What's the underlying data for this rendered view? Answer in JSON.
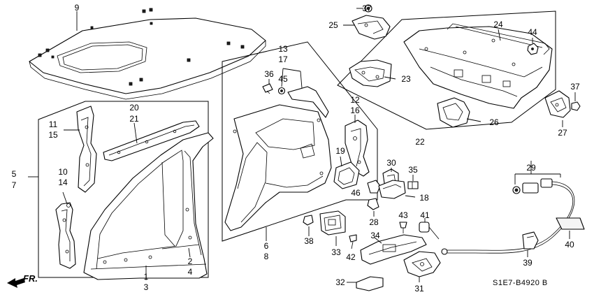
{
  "diagram_code": "S1E7-B4920 B",
  "direction_marker": "FR.",
  "part_numbers": {
    "p1": "1",
    "p2": "2",
    "p3": "3",
    "p4": "4",
    "p5": "5",
    "p6": "6",
    "p7": "7",
    "p8": "8",
    "p9": "9",
    "p10": "10",
    "p11": "11",
    "p12": "12",
    "p13": "13",
    "p14": "14",
    "p15": "15",
    "p16": "16",
    "p17": "17",
    "p18": "18",
    "p19": "19",
    "p20": "20",
    "p21": "21",
    "p22": "22",
    "p23": "23",
    "p24": "24",
    "p25": "25",
    "p26": "26",
    "p27": "27",
    "p28": "28",
    "p29": "29",
    "p30": "30",
    "p31": "31",
    "p32": "32",
    "p33": "33",
    "p34": "34",
    "p35": "35",
    "p36": "36",
    "p37": "37",
    "p38": "38",
    "p39": "39",
    "p40": "40",
    "p41": "41",
    "p42": "42",
    "p43": "43",
    "p44": "44",
    "p45": "45",
    "p46": "46",
    "p37b": "37"
  }
}
